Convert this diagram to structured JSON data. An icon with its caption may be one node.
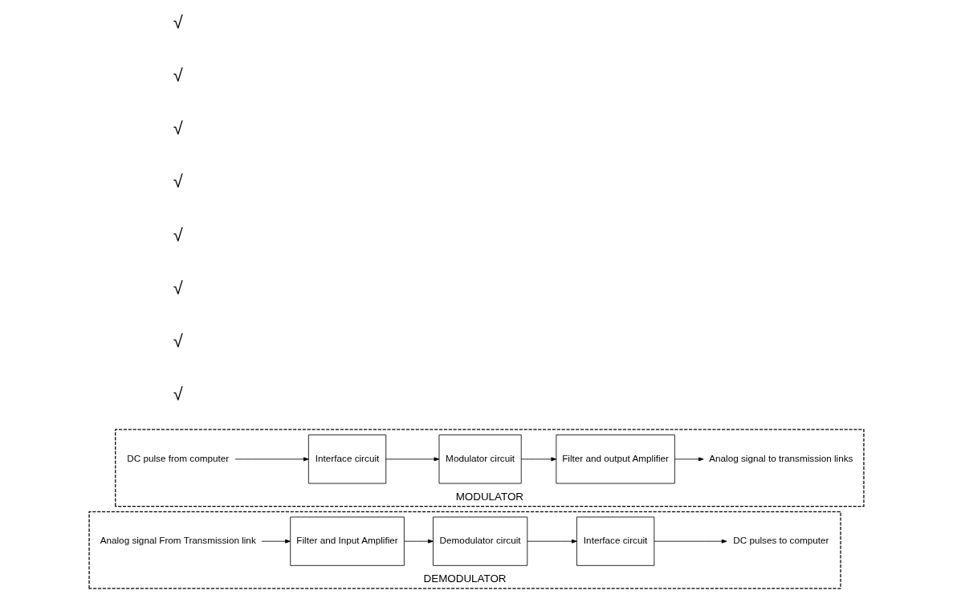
{
  "diagram": {
    "nodes": [
      {
        "text": [
          "DEMODULATOR"
        ]
      },
      {
        "text": [
          "Analog signal From Transmission link"
        ],
        "in": 0
      },
      {
        "text": [
          "Filter and Input Amplifier"
        ],
        "in": 0
      },
      {
        "text": [
          "Demodulator circuit"
        ],
        "in": 0
      },
      {
        "text": [
          "Interface circuit"
        ],
        "in": 0
      },
      {
        "text": [
          "DC pulses to computer"
        ],
        "in": 0
      },
      {
        "text": [
          "MODULATOR"
        ]
      },
      {
        "text": [
          "DC pulse from computer"
        ],
        "in": 6
      },
      {
        "text": [
          "Interface circuit"
        ],
        "in": 6
      },
      {
        "text": [
          "Modulator circuit"
        ],
        "in": 6
      },
      {
        "text": [
          "Filter and output Amplifier"
        ],
        "in": 6
      },
      {
        "text": [
          "Analog signal to transmission links"
        ],
        "in": 6
      }
    ],
    "edges": [
      {
        "from": 1,
        "to": 2,
        "arrow": "to"
      },
      {
        "from": 2,
        "to": 3,
        "arrow": "to"
      },
      {
        "from": 3,
        "to": 4,
        "arrow": "to"
      },
      {
        "from": 4,
        "to": 5,
        "arrow": "to"
      },
      {
        "from": 7,
        "to": 8,
        "arrow": "to"
      },
      {
        "from": 8,
        "to": 9,
        "arrow": "to"
      },
      {
        "from": 9,
        "to": 10,
        "arrow": "to"
      },
      {
        "from": 10,
        "to": 11,
        "arrow": "to"
      }
    ],
    "labels": [
      "√",
      "√",
      "√",
      "√",
      "√",
      "√",
      "√",
      "√"
    ]
  }
}
